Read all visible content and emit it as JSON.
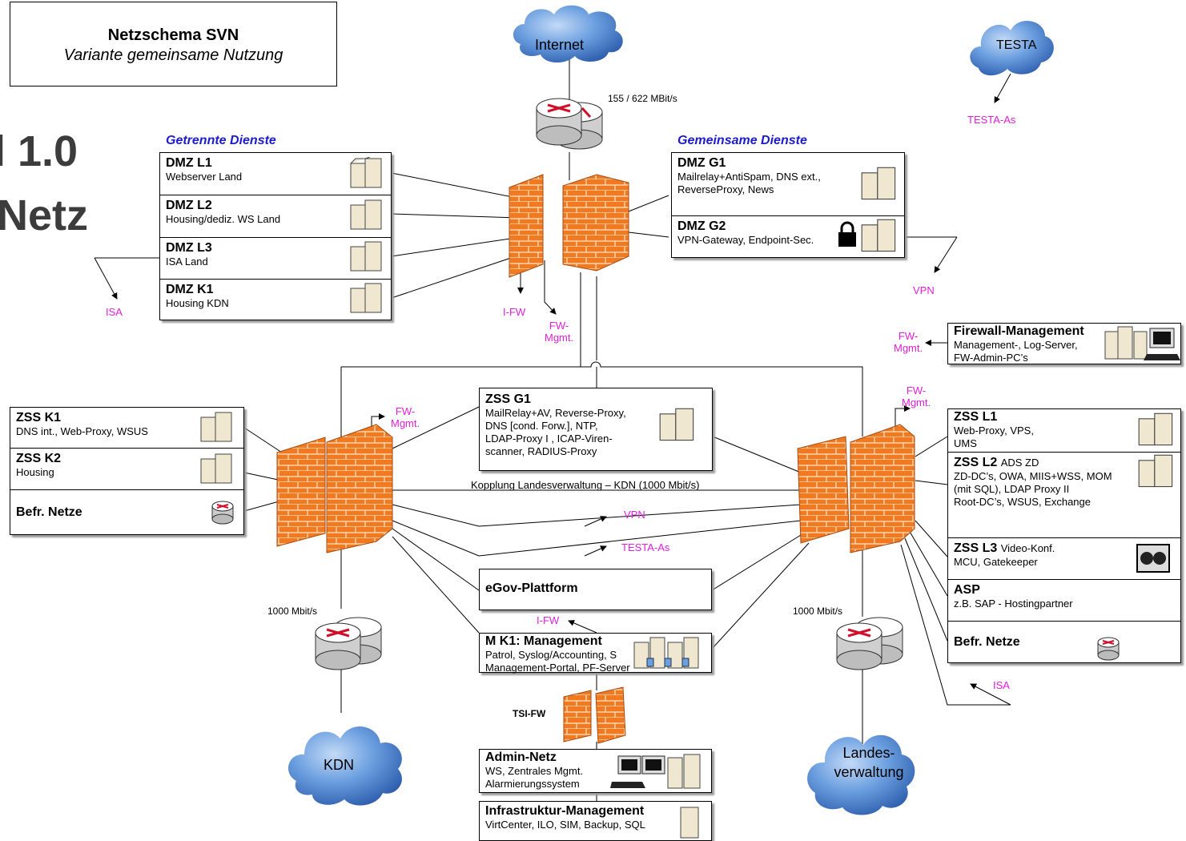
{
  "title": {
    "main": "Netzschema SVN",
    "sub": "Variante gemeinsame Nutzung"
  },
  "side_title": {
    "line1": "l 1.0",
    "line2": "Netz"
  },
  "clouds": {
    "internet": "Internet",
    "testa": "TESTA",
    "kdn": "KDN",
    "landes_line1": "Landes-",
    "landes_line2": "verwaltung"
  },
  "speeds": {
    "internet": "155 / 622 MBit/s",
    "kdn": "1000 Mbit/s",
    "landes": "1000 Mbit/s",
    "kopplung": "Kopplung Landesverwaltung – KDN (1000 Mbit/s)"
  },
  "groups": {
    "getrennte": "Getrennte Dienste",
    "gemeinsame": "Gemeinsame Dienste"
  },
  "dmz_left": [
    {
      "name": "DMZ L1",
      "desc": "Webserver Land"
    },
    {
      "name": "DMZ L2",
      "desc": "Housing/dediz. WS  Land"
    },
    {
      "name": "DMZ L3",
      "desc": "ISA Land"
    },
    {
      "name": "DMZ K1",
      "desc": "Housing KDN"
    }
  ],
  "dmz_right": [
    {
      "name": "DMZ G1",
      "desc1": "Mailrelay+AntiSpam, DNS ext.,",
      "desc2": "ReverseProxy, News"
    },
    {
      "name": "DMZ G2",
      "desc1": "VPN-Gateway, Endpoint-Sec.",
      "desc2": ""
    }
  ],
  "zss_k": [
    {
      "name": "ZSS K1",
      "desc": "DNS int., Web-Proxy, WSUS"
    },
    {
      "name": "ZSS K2",
      "desc": "Housing"
    },
    {
      "name": "Befr. Netze",
      "desc": ""
    }
  ],
  "zss_g1": {
    "name": "ZSS G1",
    "lines": [
      "MailRelay+AV, Reverse-Proxy,",
      "DNS [cond. Forw.], NTP,",
      "LDAP-Proxy I , ICAP-Viren-",
      "scanner, RADIUS-Proxy"
    ]
  },
  "fw_mgmt_box": {
    "name": "Firewall-Management",
    "line1": "Management-, Log-Server,",
    "line2": "FW-Admin-PC’s"
  },
  "zss_l": {
    "l1": {
      "name": "ZSS L1",
      "line1": "Web-Proxy, VPS,",
      "line2": "UMS"
    },
    "l2": {
      "name": "ZSS L2",
      "suffix": "ADS ZD",
      "line1": "ZD-DC’s, OWA, MIIS+WSS, MOM",
      "line2": "(mit SQL), LDAP Proxy II",
      "line3": "Root-DC’s, WSUS, Exchange"
    },
    "l3": {
      "name": "ZSS L3",
      "suffix": "Video-Konf.",
      "line1": "MCU, Gatekeeper"
    },
    "asp": {
      "name": "ASP",
      "line1": "z.B. SAP - Hostingpartner"
    },
    "befr": {
      "name": "Befr. Netze"
    }
  },
  "egov": {
    "name": "eGov-Plattform"
  },
  "mk1": {
    "name": "M K1: Management",
    "line1": "Patrol, Syslog/Accounting, S",
    "line2": "Management-Portal, PF-Server"
  },
  "tsi": {
    "name": "TSI-FW"
  },
  "admin": {
    "name": "Admin-Netz",
    "line1": "WS, Zentrales Mgmt.",
    "line2": "Alarmierungssystem"
  },
  "infra": {
    "name": "Infrastruktur-Management",
    "line1": "VirtCenter, ILO, SIM, Backup, SQL"
  },
  "magenta": {
    "isa_left": "ISA",
    "ifw_top": "I-FW",
    "fwmgmt_top1": "FW-",
    "fwmgmt_top2": "Mgmt.",
    "vpn_top": "VPN",
    "testa_as_top": "TESTA-As",
    "fwmgmt_right1": "FW-",
    "fwmgmt_right2": "Mgmt.",
    "fwmgmt_zssl1": "FW-",
    "fwmgmt_zssl2": "Mgmt.",
    "fwmgmt_left1": "FW-",
    "fwmgmt_left2": "Mgmt.",
    "vpn_mid": "VPN",
    "testa_as_mid": "TESTA-As",
    "ifw_mid": "I-FW",
    "isa_right": "ISA"
  },
  "colors": {
    "magenta": "#e01fd8",
    "group_blue": "#1c1ccc",
    "firewall": "#f07a22",
    "cloud": "#5b8fd6"
  }
}
